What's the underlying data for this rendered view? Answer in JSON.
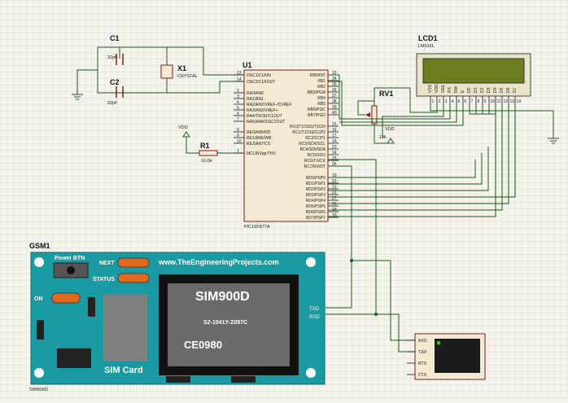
{
  "colors": {
    "background": "#f3f3ec",
    "grid": "#d4d4c8",
    "wire": "#1e5e1e",
    "chip_fill": "#f4ead2",
    "chip_stroke": "#7a1e1e",
    "board": "#1a9aa3",
    "lcd_glass": "#6c7c1e"
  },
  "components": {
    "c1": {
      "ref": "C1",
      "value": "22pF"
    },
    "c2": {
      "ref": "C2",
      "value": "22pF"
    },
    "x1": {
      "ref": "X1",
      "value": "CRYSTAL"
    },
    "r1": {
      "ref": "R1",
      "value": "10.0k"
    },
    "rv1": {
      "ref": "RV1",
      "value": "10k"
    },
    "u1": {
      "ref": "U1",
      "part": "PIC16F877A"
    },
    "lcd1": {
      "ref": "LCD1",
      "part": "LM016L"
    },
    "gsm1": {
      "ref": "GSM1",
      "part": "SIM900D"
    },
    "vdd_left": "VDD",
    "vdd_pot": "VDD"
  },
  "u1_left_pins": [
    {
      "num": "13",
      "name": "OSC1/CLKIN"
    },
    {
      "num": "14",
      "name": "OSC2/CLKOUT"
    },
    {
      "num": "2",
      "name": "RA0/AN0"
    },
    {
      "num": "3",
      "name": "RA1/AN1"
    },
    {
      "num": "4",
      "name": "RA2/AN2/VREF-/CVREF"
    },
    {
      "num": "5",
      "name": "RA3/AN3/VREF+"
    },
    {
      "num": "6",
      "name": "RA4/T0CKI/C1OUT"
    },
    {
      "num": "7",
      "name": "RA5/AN4/SS/C2OUT"
    },
    {
      "num": "8",
      "name": "RE0/AN5/RD"
    },
    {
      "num": "9",
      "name": "RE1/AN6/WR"
    },
    {
      "num": "10",
      "name": "RE2/AN7/CS"
    },
    {
      "num": "1",
      "name": "MCLR/Vpp/THV"
    }
  ],
  "u1_right_pins": [
    {
      "num": "33",
      "name": "RB0/INT"
    },
    {
      "num": "34",
      "name": "RB1"
    },
    {
      "num": "35",
      "name": "RB2"
    },
    {
      "num": "36",
      "name": "RB3/PGM"
    },
    {
      "num": "37",
      "name": "RB4"
    },
    {
      "num": "38",
      "name": "RB5"
    },
    {
      "num": "39",
      "name": "RB6/PGC"
    },
    {
      "num": "40",
      "name": "RB7/PGD"
    },
    {
      "num": "15",
      "name": "RC0/T1OSO/T1CKI"
    },
    {
      "num": "16",
      "name": "RC1/T1OSI/CCP2"
    },
    {
      "num": "17",
      "name": "RC2/CCP1"
    },
    {
      "num": "18",
      "name": "RC3/SCK/SCL"
    },
    {
      "num": "23",
      "name": "RC4/SDI/SDA"
    },
    {
      "num": "24",
      "name": "RC5/SDO"
    },
    {
      "num": "25",
      "name": "RC6/TX/CK"
    },
    {
      "num": "26",
      "name": "RC7/RX/DT"
    },
    {
      "num": "19",
      "name": "RD0/PSP0"
    },
    {
      "num": "20",
      "name": "RD1/PSP1"
    },
    {
      "num": "21",
      "name": "RD2/PSP2"
    },
    {
      "num": "22",
      "name": "RD3/PSP3"
    },
    {
      "num": "27",
      "name": "RD4/PSP4"
    },
    {
      "num": "28",
      "name": "RD5/PSP5"
    },
    {
      "num": "29",
      "name": "RD6/PSP6"
    },
    {
      "num": "30",
      "name": "RD7/PSP7"
    }
  ],
  "lcd_pins": [
    "VSS",
    "VDD",
    "VEE",
    "RS",
    "RW",
    "E",
    "D0",
    "D1",
    "D2",
    "D3",
    "D4",
    "D5",
    "D6",
    "D7"
  ],
  "lcd_pin_nums": [
    "1",
    "2",
    "3",
    "4",
    "5",
    "6",
    "7",
    "8",
    "9",
    "10",
    "11",
    "12",
    "13",
    "14"
  ],
  "gsm": {
    "url": "www.TheEngineeringProjects.com",
    "power_btn": "Power BTN",
    "next": "NEXT",
    "status": "STATUS",
    "on": "ON",
    "chip": "SIM900D",
    "serial": "S2-1041Y-Z097C",
    "ce": "CE0980",
    "simcard": "SIM Card",
    "txd": "TXD",
    "rxd": "RXD"
  },
  "terminal": {
    "pins": [
      "RXD",
      "TXD",
      "RTS",
      "CTS"
    ]
  }
}
